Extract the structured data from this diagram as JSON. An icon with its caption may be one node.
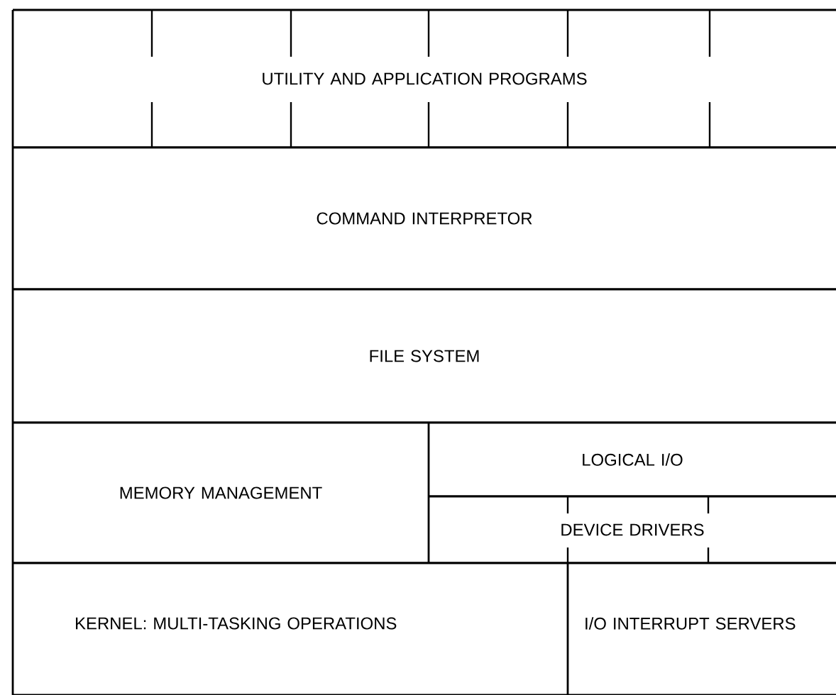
{
  "diagram": {
    "nodes": [
      {
        "text": [
          "UTILITY AND APPLICATION PROGRAMS"
        ]
      },
      {
        "text": [
          "COMMAND INTERPRETOR"
        ]
      },
      {
        "text": [
          "FILE SYSTEM"
        ]
      },
      {
        "text": [
          "MEMORY MANAGEMENT"
        ]
      },
      {
        "text": [
          "LOGICAL I/O"
        ]
      },
      {
        "text": [
          "DEVICE DRIVERS"
        ]
      },
      {
        "text": [
          "KERNEL: MULTI-TASKING OPERATIONS"
        ]
      },
      {
        "text": [
          "I/O INTERRUPT SERVERS"
        ]
      }
    ]
  }
}
